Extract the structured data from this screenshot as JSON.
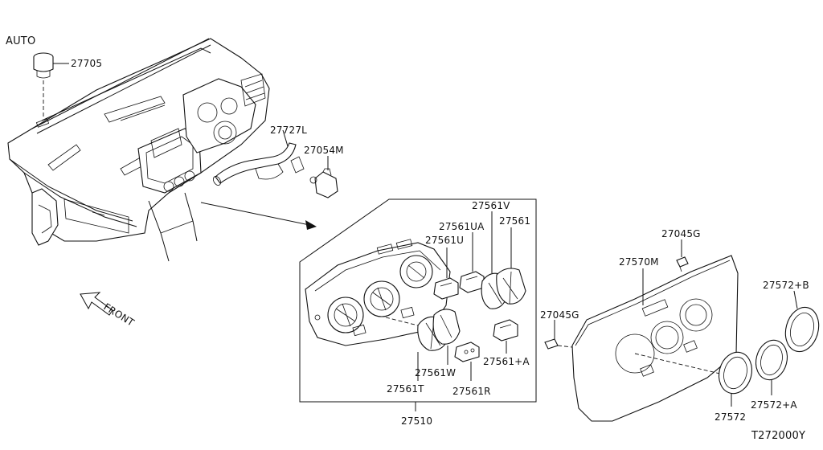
{
  "diagram": {
    "reference_code": "T272000Y",
    "auto_label": "AUTO",
    "front_label": "FRONT",
    "callouts": {
      "p27705": "27705",
      "p27727L": "27727L",
      "p27054M": "27054M",
      "p27561V": "27561V",
      "p27561UA": "27561UA",
      "p27561": "27561",
      "p27561U": "27561U",
      "p27045G_top": "27045G",
      "p27570M": "27570M",
      "p27572B": "27572+B",
      "p27045G_left": "27045G",
      "p27561W": "27561W",
      "p27561A": "27561+A",
      "p27561T": "27561T",
      "p27561R": "27561R",
      "p27510": "27510",
      "p27572A": "27572+A",
      "p27572": "27572"
    }
  }
}
